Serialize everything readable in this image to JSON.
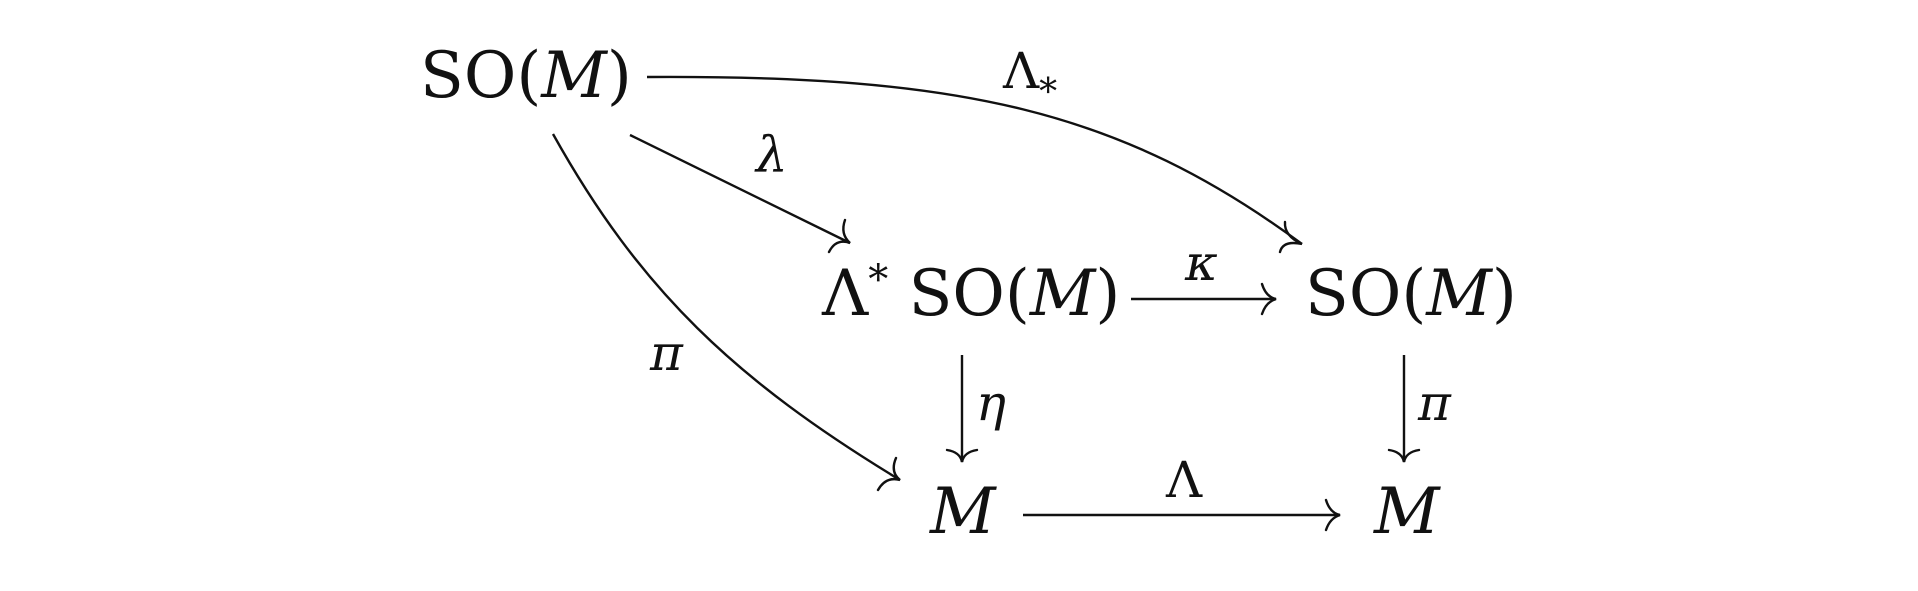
{
  "nodes": {
    "so_m_top": {
      "pre": "SO(",
      "var": "M",
      "post": ")"
    },
    "lambda_star_so_m": {
      "lam": "Λ",
      "star": "*",
      "pre": " SO(",
      "var": "M",
      "post": ")"
    },
    "so_m_right": {
      "pre": "SO(",
      "var": "M",
      "post": ")"
    },
    "m_left": {
      "var": "M"
    },
    "m_right": {
      "var": "M"
    }
  },
  "arrows": {
    "lambda_star_arc": {
      "label": "Λ",
      "subscript": "*"
    },
    "lambda_diag": {
      "label": "λ"
    },
    "pi_curve": {
      "label": "π"
    },
    "kappa": {
      "label": "κ"
    },
    "eta": {
      "label": "η"
    },
    "pi_right": {
      "label": "π"
    },
    "lambda_bottom": {
      "label": "Λ"
    }
  }
}
